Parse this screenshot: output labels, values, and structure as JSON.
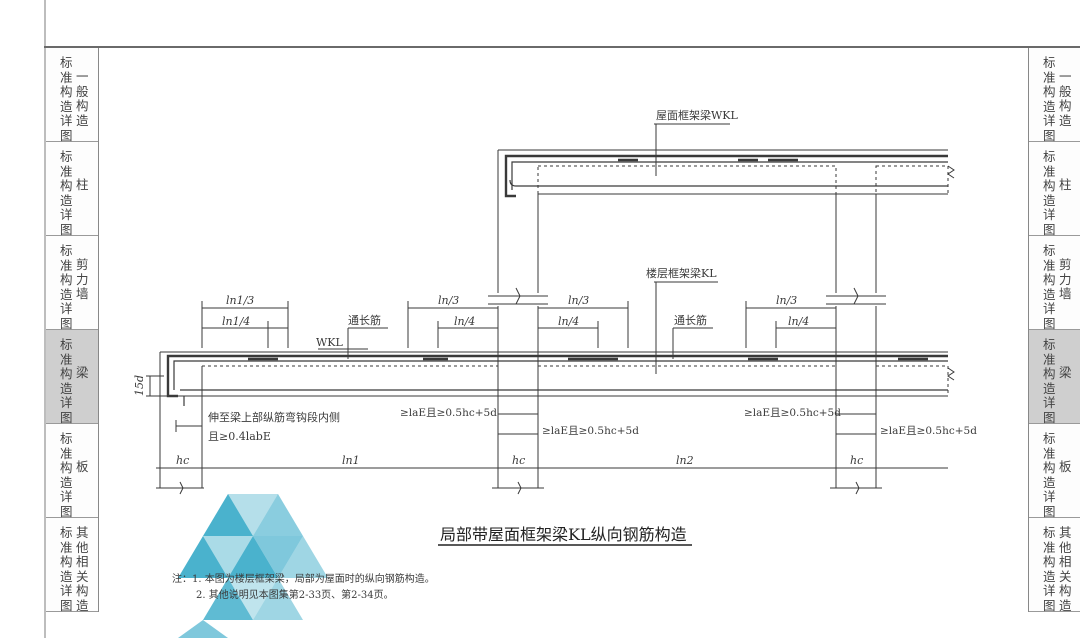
{
  "sidebar_left": [
    {
      "main": "标准构造详图",
      "side": "一般构造",
      "active": false
    },
    {
      "main": "标准构造详图",
      "side": "柱",
      "active": false
    },
    {
      "main": "标准构造详图",
      "side": "剪力墙",
      "active": false
    },
    {
      "main": "标准构造详图",
      "side": "梁",
      "active": true
    },
    {
      "main": "标准构造详图",
      "side": "板",
      "active": false
    },
    {
      "main": "标准构造详图",
      "side": "其他相关构造",
      "active": false
    }
  ],
  "sidebar_right": [
    {
      "main": "标准构造详图",
      "side": "一般构造",
      "active": false
    },
    {
      "main": "标准构造详图",
      "side": "柱",
      "active": false
    },
    {
      "main": "标准构造详图",
      "side": "剪力墙",
      "active": false
    },
    {
      "main": "标准构造详图",
      "side": "梁",
      "active": true
    },
    {
      "main": "标准构造详图",
      "side": "板",
      "active": false
    },
    {
      "main": "标准构造详图",
      "side": "其他相关构造",
      "active": false
    }
  ],
  "drawing": {
    "roof_beam_label": "屋面框架梁WKL",
    "floor_beam_label": "楼层框架梁KL",
    "wkl_label": "WKL",
    "through_bar_left": "通长筋",
    "through_bar_right": "通长筋",
    "dim_ln1_3": "ln1/3",
    "dim_ln1_4": "ln1/4",
    "dim_ln_3_a": "ln/3",
    "dim_ln_4_a": "ln/4",
    "dim_ln_3_b": "ln/3",
    "dim_ln_4_b": "ln/4",
    "dim_ln_3_c": "ln/3",
    "dim_ln_4_c": "ln/4",
    "dim_15d": "15d",
    "note_extend_line1": "伸至梁上部纵筋弯钩段内侧",
    "note_extend_line2": "且≥0.4labE",
    "anchor_1": "≥laE且≥0.5hc+5d",
    "anchor_2": "≥laE且≥0.5hc+5d",
    "anchor_3": "≥laE且≥0.5hc+5d",
    "anchor_4": "≥laE且≥0.5hc+5d",
    "hc_1": "hc",
    "hc_2": "hc",
    "hc_3": "hc",
    "ln1": "ln1",
    "ln2": "ln2"
  },
  "title": "局部带屋面框架梁KL纵向钢筋构造",
  "notes": {
    "line1": "注：1. 本图为楼层框架梁，局部为屋面时的纵向钢筋构造。",
    "line2": "2. 其他说明见本图集第2-33页、第2-34页。"
  },
  "colors": {
    "ink": "#3a3a3a",
    "active_tab": "#cfcfcf",
    "logo": "#2aa4c4"
  }
}
